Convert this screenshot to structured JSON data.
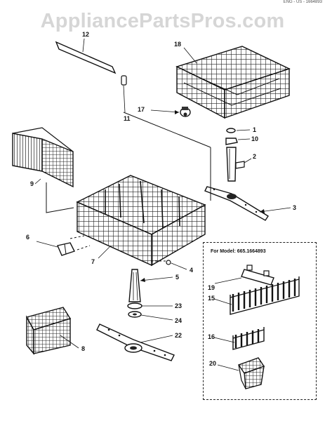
{
  "watermark": "AppliancePartsPros.com",
  "corner_code": "ENG - US - 1664893",
  "model_box_title": "For Model: 665.1664893",
  "callouts": {
    "c1": "1",
    "c2": "2",
    "c3": "3",
    "c4": "4",
    "c5": "5",
    "c6": "6",
    "c7": "7",
    "c8": "8",
    "c9": "9",
    "c10": "10",
    "c11": "11",
    "c12": "12",
    "c15": "15",
    "c16": "16",
    "c17": "17",
    "c18": "18",
    "c19": "19",
    "c20": "20",
    "c22": "22",
    "c23": "23",
    "c24": "24"
  }
}
